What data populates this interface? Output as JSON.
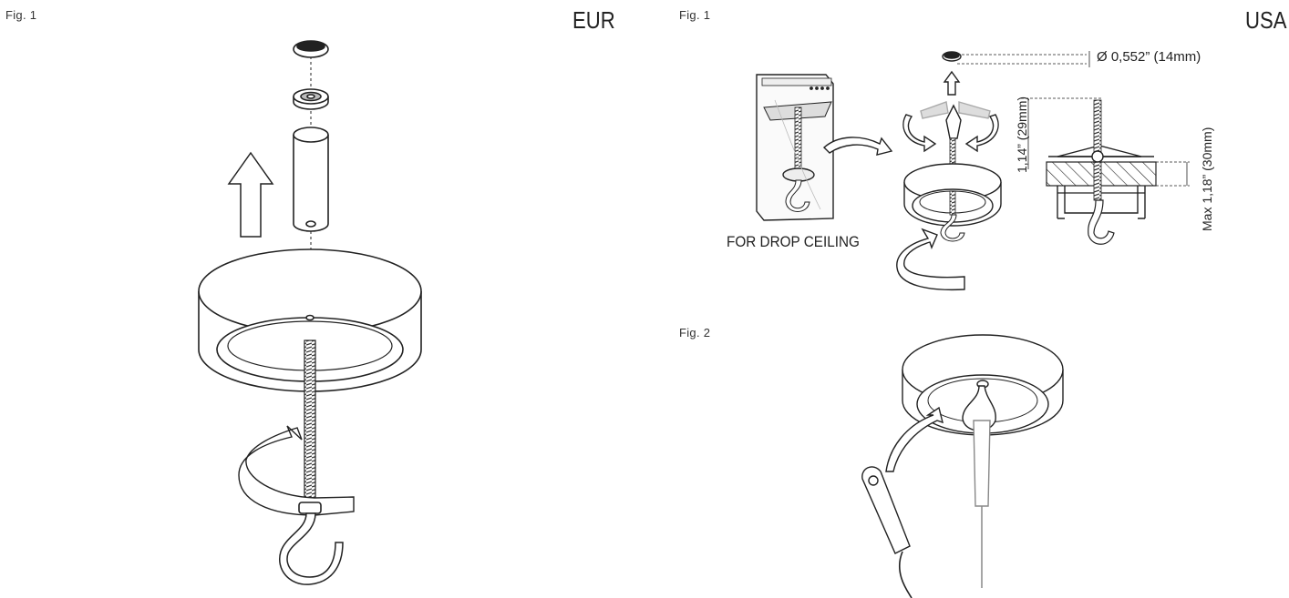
{
  "left": {
    "fig_label": "Fig. 1",
    "region": "EUR"
  },
  "right": {
    "fig1_label": "Fig. 1",
    "region": "USA",
    "drop_ceiling_caption": "FOR DROP CEILING",
    "dim_diameter": "Ø 0,552” (14mm)",
    "dim_height_29": "1,14” (29mm)",
    "dim_max_30": "Max 1,18” (30mm)",
    "fig2_label": "Fig. 2"
  }
}
